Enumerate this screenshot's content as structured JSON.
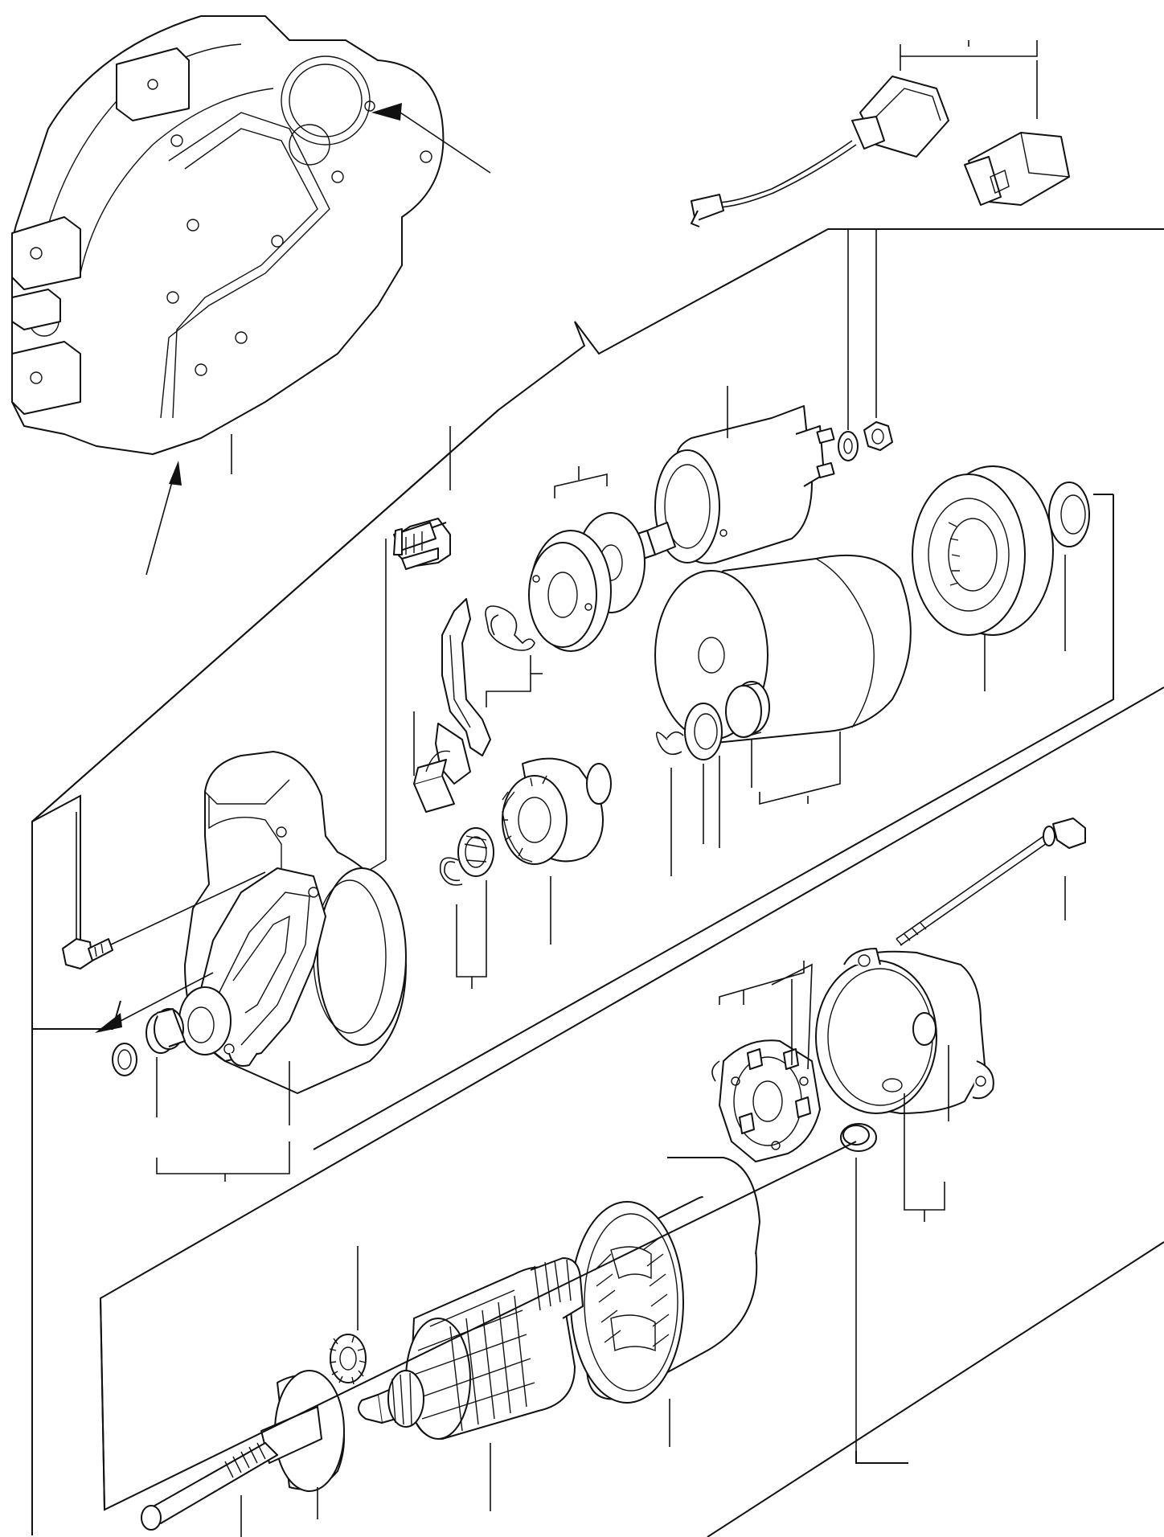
{
  "diagram": {
    "type": "exploded-parts-diagram",
    "colors": {
      "line": "#111111",
      "background": "#ffffff"
    },
    "components": [
      "flywheel-housing",
      "wire-harness-connector",
      "connector-plug",
      "solenoid-switch",
      "lock-washer",
      "nut",
      "spacer-plates",
      "shift-lever",
      "lever-spring",
      "brush",
      "pinion-gear",
      "needle-bearing",
      "snap-ring",
      "front-bracket",
      "mounting-bolt",
      "bushing",
      "dust-cover",
      "end-frame-bushing",
      "thrust-washer",
      "collar",
      "planetary-gear-housing",
      "internal-gear",
      "washer",
      "through-bolt",
      "rear-cover",
      "brush-holder",
      "yoke-field-coil",
      "armature",
      "planet-gear",
      "output-shaft",
      "rear-bushing"
    ]
  }
}
